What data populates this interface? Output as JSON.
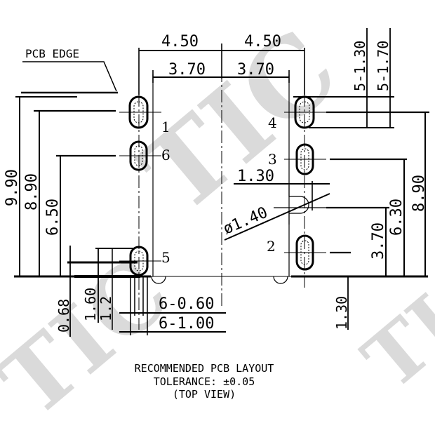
{
  "watermark": {
    "text": "TIC",
    "color": "#d7d7d7"
  },
  "labels": {
    "pcb_edge": "PCB EDGE",
    "dim_left_top": "4.50",
    "dim_right_top": "4.50",
    "dim_left_inner": "3.70",
    "dim_right_inner": "3.70",
    "slot_top_a": "5-1.30",
    "slot_top_b": "5-1.70",
    "h_9_90": "9.90",
    "h_8_90_left": "8.90",
    "h_6_50": "6.50",
    "h_8_90_right": "8.90",
    "h_6_30": "6.30",
    "h_3_70": "3.70",
    "dim_1_30_top": "1.30",
    "dia_1_40": "ø1.40",
    "dim_0_68": "0.68",
    "dim_1_60": "1.60",
    "dim_1_2": "1.2",
    "dim_6_0_60": "6-0.60",
    "dim_6_1_00": "6-1.00",
    "dim_1_30_bottom": "1.30",
    "pin_1": "1",
    "pin_2": "2",
    "pin_3": "3",
    "pin_4": "4",
    "pin_5": "5",
    "pin_6": "6"
  },
  "caption": {
    "line1": "RECOMMENDED PCB LAYOUT",
    "line2": "TOLERANCE: ±0.05",
    "line3": "(TOP VIEW)"
  }
}
